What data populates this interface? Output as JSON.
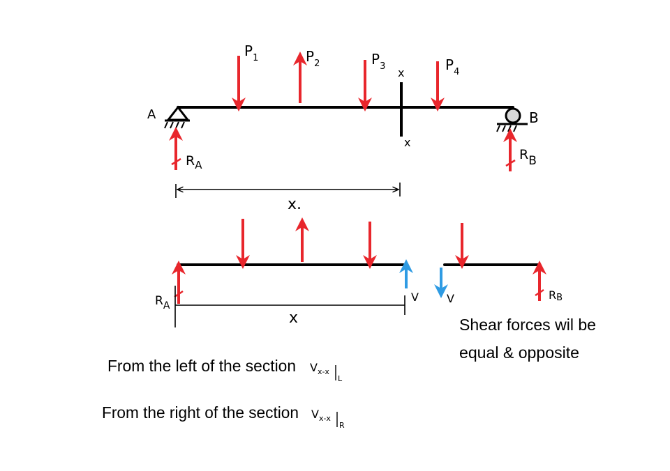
{
  "colors": {
    "load": "#e8262c",
    "shear": "#2f9be3",
    "ink": "#000000",
    "background": "#ffffff"
  },
  "top": {
    "support_a": "A",
    "support_b": "B",
    "load_1": "P",
    "load_1_sub": "1",
    "load_2": "P",
    "load_2_sub": "2",
    "load_3": "P",
    "load_3_sub": "3",
    "load_4": "P",
    "load_4_sub": "4",
    "section_top": "x",
    "section_bottom": "x",
    "reaction_a": "R",
    "reaction_a_sub": "A",
    "reaction_b": "R",
    "reaction_b_sub": "B",
    "dimension": "x."
  },
  "left_segment": {
    "reaction": "R",
    "reaction_sub": "A",
    "shear": "V",
    "dimension": "x"
  },
  "right_segment": {
    "shear": "V",
    "reaction": "R",
    "reaction_sub": "B"
  },
  "note": {
    "line1": "Shear forces wil be",
    "line2": "equal & opposite"
  },
  "equations": {
    "left_text": "From the left of the section",
    "left_symbol": "V",
    "left_symbol_sub": "x-x",
    "left_symbol_side": "L",
    "right_text": "From the right of the section",
    "right_symbol": "V",
    "right_symbol_sub": "x-x",
    "right_symbol_side": "R"
  }
}
